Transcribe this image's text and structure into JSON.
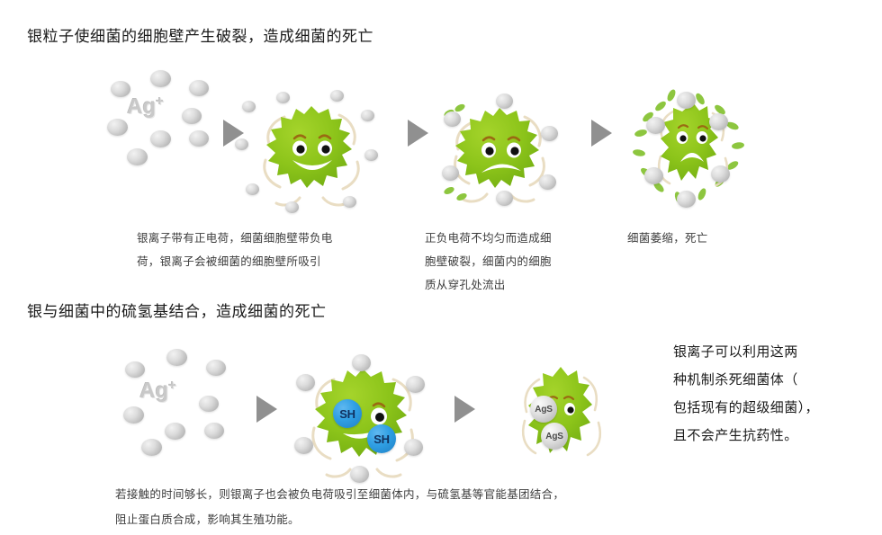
{
  "colors": {
    "germ_green": "#8CC41A",
    "germ_green_dark": "#79B316",
    "fleck_green": "#8DC63F",
    "silver": "#C8C8C8",
    "sh_blue": "#2F9FE4",
    "arrow_gray": "#8A8A8A",
    "text_dark": "#1A1A1A",
    "text_caption": "#3C3C3C",
    "background": "#FFFFFF"
  },
  "sections": [
    {
      "id": "section-1",
      "heading": "银粒子使细菌的细胞壁产生破裂，造成细菌的死亡",
      "ion_label": {
        "element": "Ag",
        "charge": "+"
      },
      "captions": [
        "银离子带有正电荷，细菌细胞壁带负电荷，银离子会被细菌的细胞壁所吸引",
        "正负电荷不均匀而造成细胞壁破裂，细菌内的细胞质从穿孔处流出",
        "细菌萎缩，死亡"
      ],
      "caption_lines": [
        [
          "银离子带有正电荷，细菌细胞壁带负电",
          "荷，银离子会被细菌的细胞壁所吸引"
        ],
        [
          "正负电荷不均匀而造成细",
          "胞壁破裂，细菌内的细胞",
          "质从穿孔处流出"
        ],
        [
          "细菌萎缩，死亡"
        ]
      ],
      "stages": [
        {
          "name": "silver-ion-cluster",
          "label": "Ag+",
          "germ_mood": "none"
        },
        {
          "name": "healthy-bacterium",
          "germ_mood": "happy"
        },
        {
          "name": "damaged-bacterium",
          "germ_mood": "sad"
        },
        {
          "name": "shriveled-bacterium",
          "germ_mood": "dying"
        }
      ]
    },
    {
      "id": "section-2",
      "heading": "银与细菌中的硫氢基结合，造成细菌的死亡",
      "ion_label": {
        "element": "Ag",
        "charge": "+"
      },
      "captions": [
        "若接触的时间够长，则银离子也会被负电荷吸引至细菌体内，与硫氢基等官能基团结合，阻止蛋白质合成，影响其生殖功能。"
      ],
      "caption_lines": [
        [
          "若接触的时间够长，则银离子也会被负电荷吸引至细菌体内，与硫氢基等官能基团结合，",
          "阻止蛋白质合成，影响其生殖功能。"
        ]
      ],
      "stages": [
        {
          "name": "silver-ion-cluster",
          "label": "Ag+",
          "germ_mood": "none"
        },
        {
          "name": "bacterium-with-thiol",
          "germ_mood": "sad",
          "bubbles": [
            "SH",
            "SH"
          ]
        },
        {
          "name": "bacterium-with-silver-sulfide",
          "germ_mood": "dying",
          "bubbles": [
            "AgS",
            "AgS"
          ]
        }
      ]
    }
  ],
  "molecule_labels": {
    "thiol": "SH",
    "silver_sulfide": "AgS"
  },
  "side_note": {
    "lines": [
      "银离子可以利用这两",
      "种机制杀死细菌体（",
      "包括现有的超级细菌），",
      "且不会产生抗药性。"
    ],
    "full_text": "银离子可以利用这两种机制杀死细菌体（包括现有的超级细菌），且不会产生抗药性。"
  }
}
